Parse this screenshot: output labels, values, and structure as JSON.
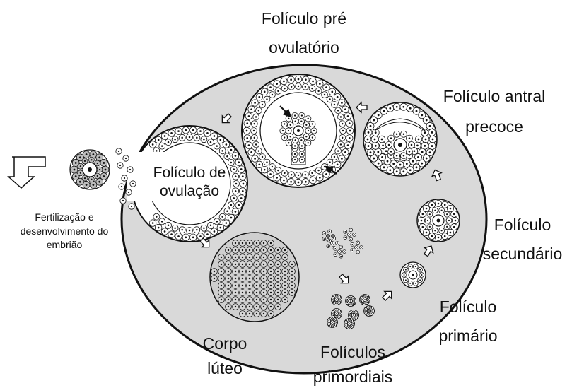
{
  "labels": {
    "preovulatory": [
      "Folículo pré",
      "ovulatório"
    ],
    "early_antral": [
      "Folículo antral",
      "precoce"
    ],
    "ovulation": [
      "Folículo de",
      "ovulação"
    ],
    "fertilization": [
      "Fertilização e",
      "desenvolvimento do",
      "embrião"
    ],
    "secondary": [
      "Folículo",
      "secundário"
    ],
    "primary": [
      "Folículo",
      "primário"
    ],
    "corpus_luteum": [
      "Corpo",
      "lúteo"
    ],
    "primordial": [
      "Folículos",
      "primordiais"
    ]
  },
  "colors": {
    "ovary_fill": "#d9d9d9",
    "outline": "#111111",
    "cell_fill": "#bdbdbd",
    "background": "#ffffff"
  },
  "icons": [
    "arrow-icon",
    "large-arrow-icon"
  ]
}
